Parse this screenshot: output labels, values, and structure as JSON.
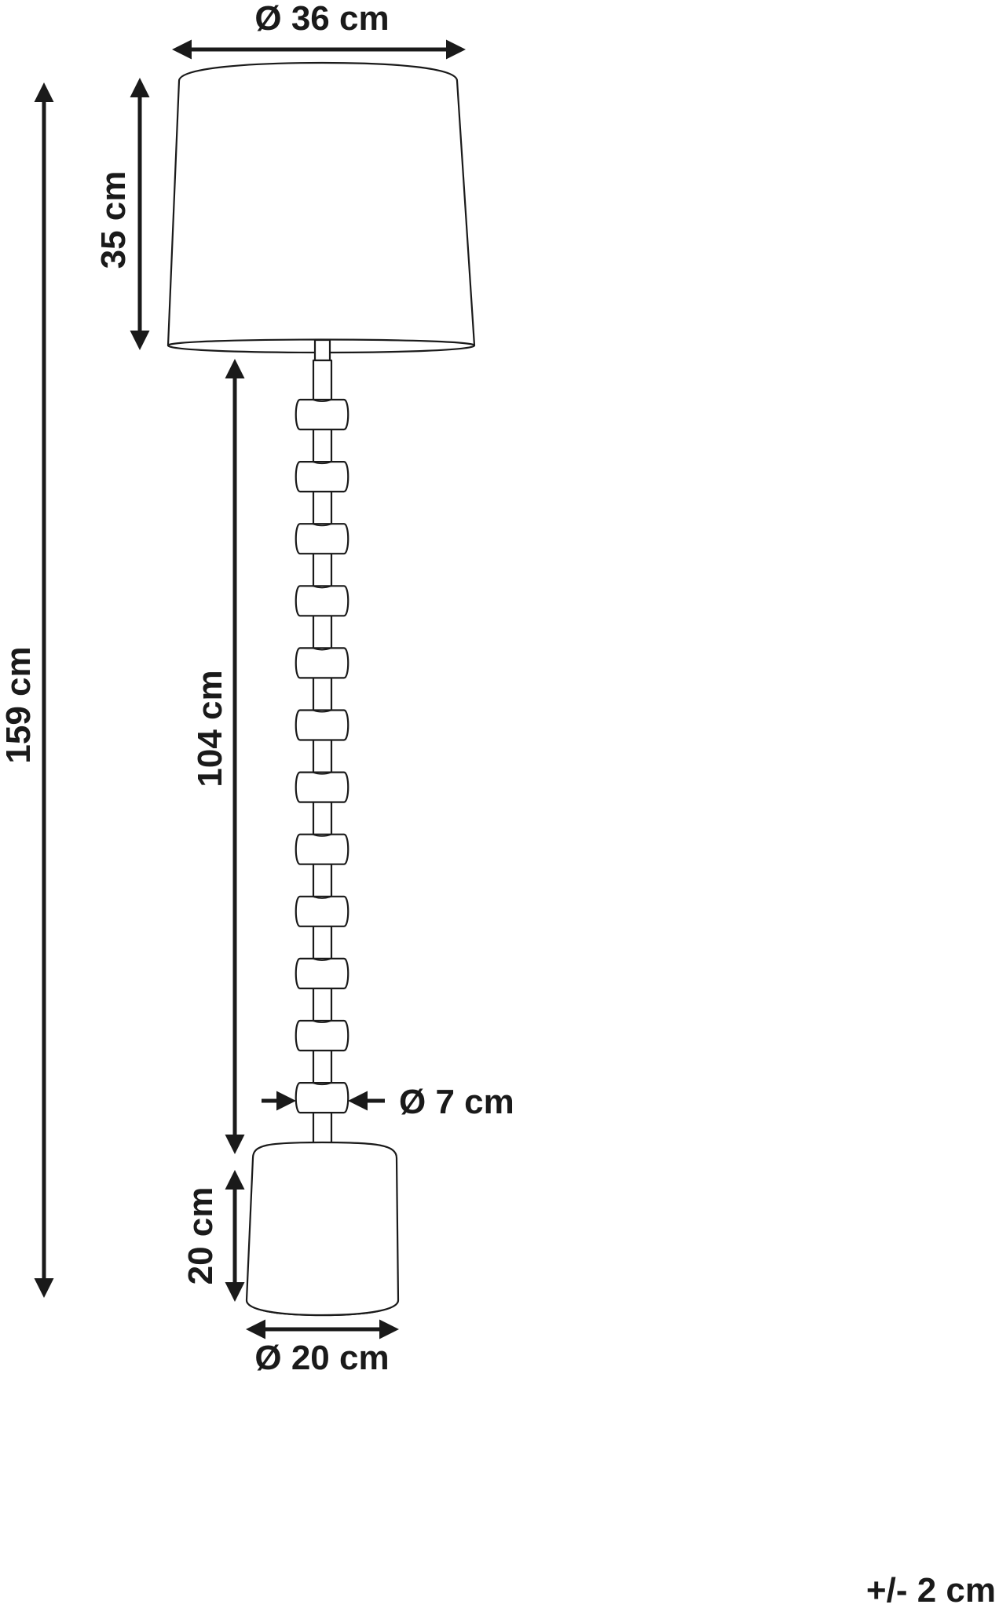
{
  "dimensions": {
    "shade_diameter": "Ø 36 cm",
    "shade_height": "35 cm",
    "total_height": "159 cm",
    "stem_height": "104 cm",
    "stem_diameter": "Ø 7 cm",
    "base_height": "20 cm",
    "base_diameter": "Ø 20 cm"
  },
  "tolerance": "+/- 2 cm",
  "colors": {
    "line": "#1a1a1a",
    "background": "#ffffff"
  }
}
